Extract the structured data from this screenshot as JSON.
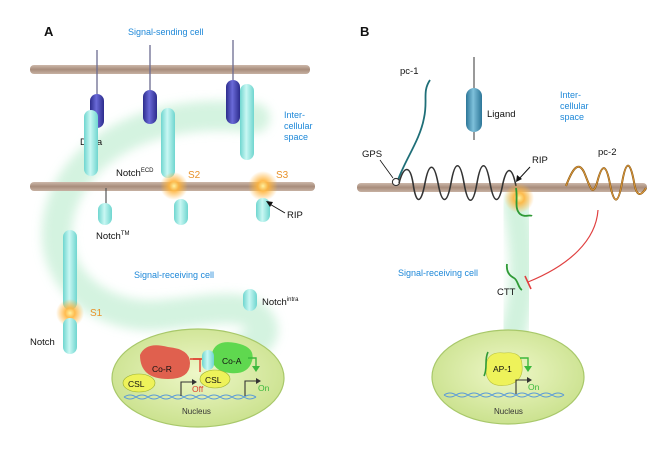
{
  "panel_a": {
    "letter": "A",
    "signal_sending_cell": "Signal-sending cell",
    "intercellular_space": [
      "Inter-",
      "cellular",
      "space"
    ],
    "delta": "Delta",
    "notch_ecd": "Notch",
    "notch_ecd_sup": "ECD",
    "notch_tm": "Notch",
    "notch_tm_sup": "TM",
    "s1": "S1",
    "s2": "S2",
    "s3": "S3",
    "rip": "RIP",
    "signal_receiving_cell": "Signal-receiving cell",
    "notch_intra": "Notch",
    "notch_intra_sup": "intra",
    "notch": "Notch",
    "co_r": "Co-R",
    "co_a": "Co-A",
    "csl": "CSL",
    "off": "Off",
    "on": "On",
    "nucleus": "Nucleus"
  },
  "panel_b": {
    "letter": "B",
    "pc1": "pc-1",
    "ligand": "Ligand",
    "intercellular_space": [
      "Inter-",
      "cellular",
      "space"
    ],
    "gps": "GPS",
    "rip": "RIP",
    "pc2": "pc-2",
    "signal_receiving_cell": "Signal-receiving cell",
    "ctt": "CTT",
    "ap1": "AP-1",
    "on": "On",
    "nucleus": "Nucleus"
  },
  "colors": {
    "membrane": "#b59d8d",
    "delta": "#3f3fa8",
    "notch": "#8ee6e0",
    "ligand": "#3d8fb0",
    "pathway_glow": "#bfeed0",
    "nucleus": "#d6eba0",
    "co_r": "#e0604e",
    "co_a": "#5fd84f",
    "csl": "#eef25a",
    "ap1": "#eef25a",
    "off_arrow": "#e04030",
    "on_arrow": "#3cb83c",
    "label_blue": "#1e88d8",
    "label_orange": "#e8922a"
  }
}
